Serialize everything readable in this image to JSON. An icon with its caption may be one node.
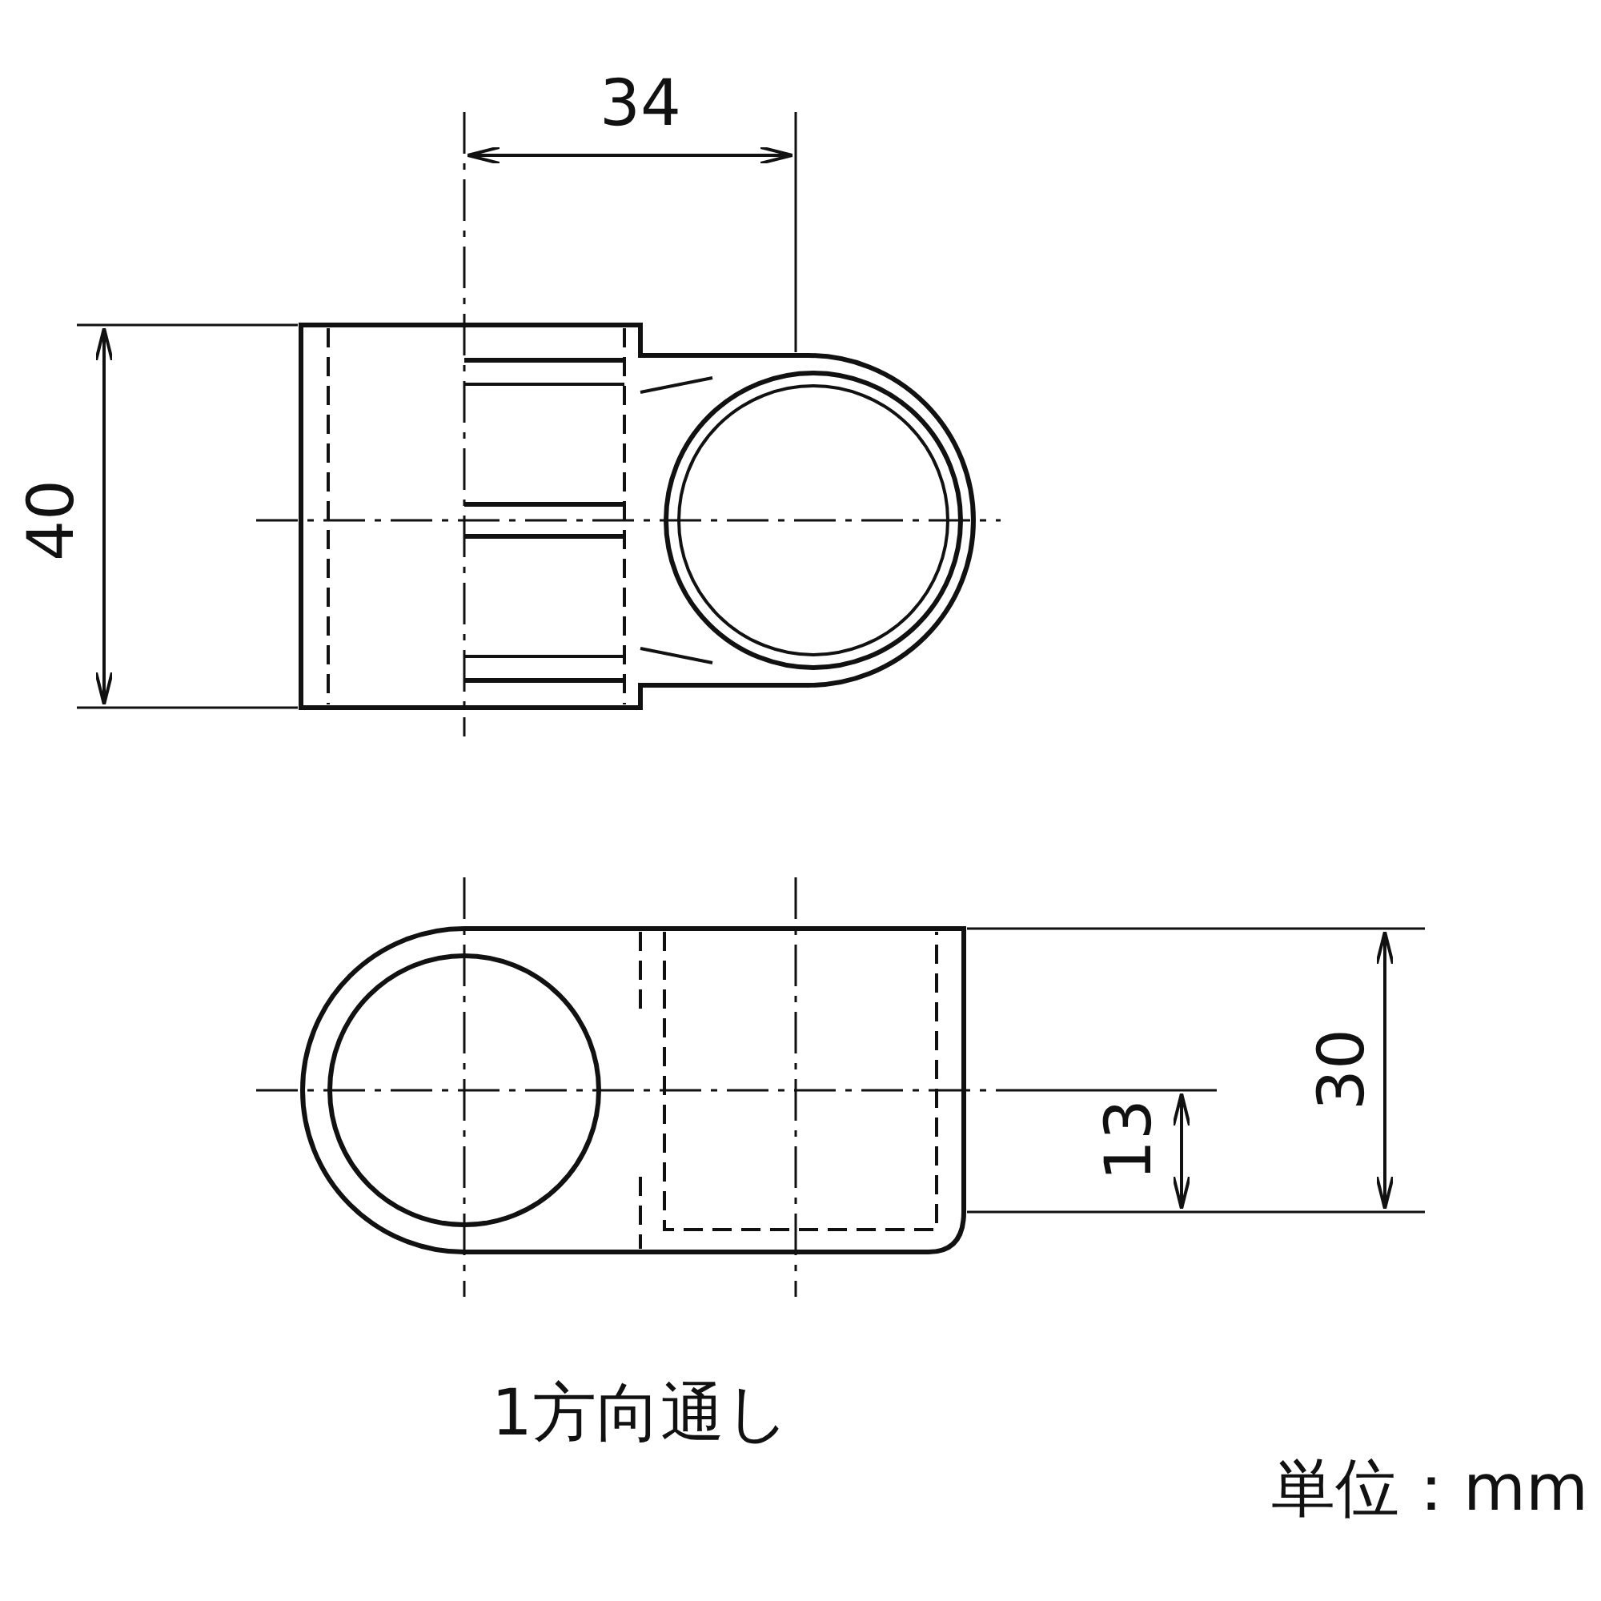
{
  "diagram": {
    "caption": "1方向通し",
    "labels": [
      "34",
      "40",
      "30",
      "13",
      "単位：mm"
    ]
  }
}
